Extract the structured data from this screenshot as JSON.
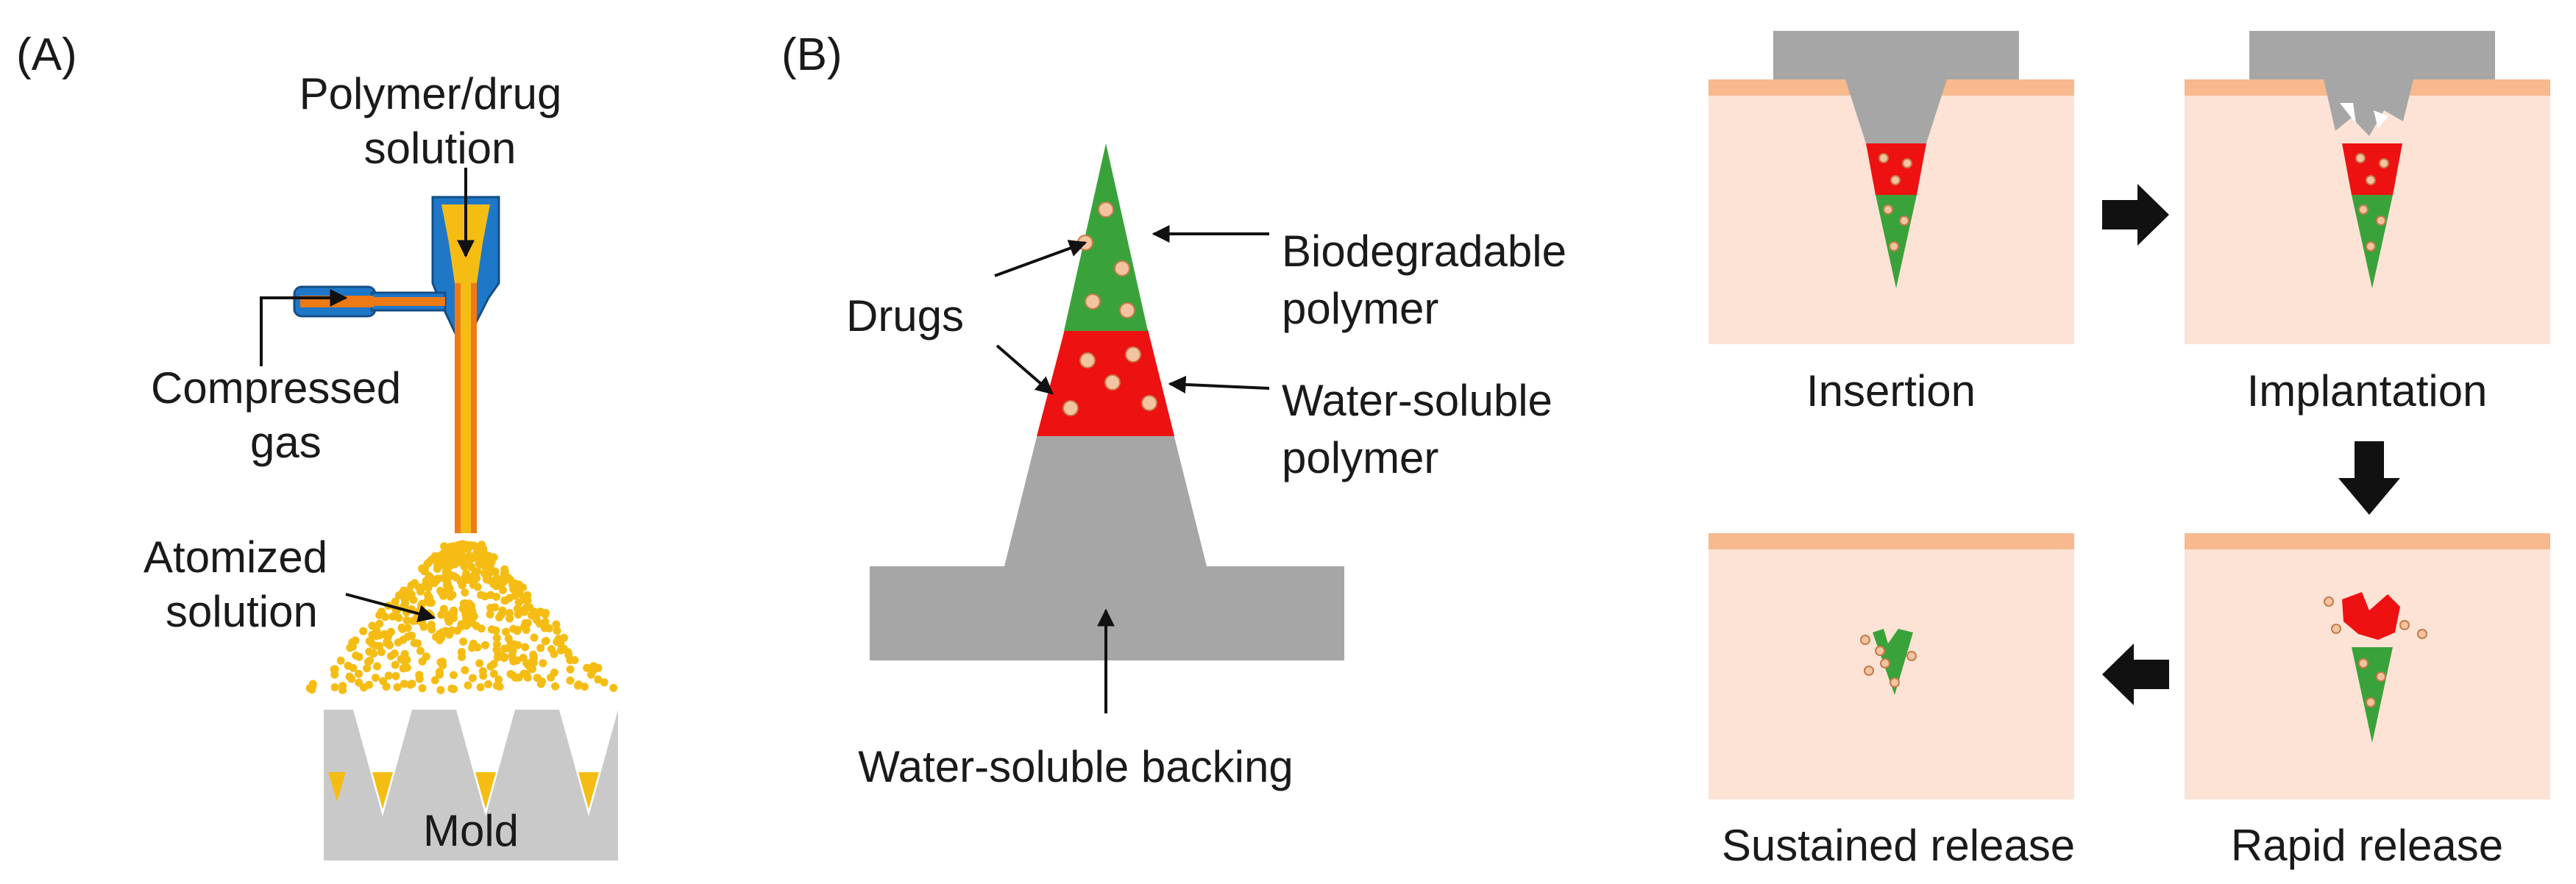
{
  "panel_a": {
    "label": "(A)",
    "polymer_drug_line1": "Polymer/drug",
    "polymer_drug_line2": "solution",
    "compressed_line1": "Compressed",
    "compressed_line2": "gas",
    "atomized_line1": "Atomized",
    "atomized_line2": "solution",
    "mold": "Mold"
  },
  "panel_b": {
    "label": "(B)",
    "drugs": "Drugs",
    "biodegradable_line1": "Biodegradable",
    "biodegradable_line2": "polymer",
    "water_soluble_line1": "Water-soluble",
    "water_soluble_line2": "polymer",
    "backing": "Water-soluble backing"
  },
  "stages": {
    "insertion": "Insertion",
    "implantation": "Implantation",
    "rapid_release": "Rapid release",
    "sustained_release": "Sustained release"
  },
  "colors": {
    "skin": "#fde3d5",
    "skin_surface": "#f7b98d",
    "green_polymer": "#3aa23a",
    "red_polymer": "#ee1111",
    "gray_backing": "#a6a6a6",
    "drug_particle": "#f2c4a0",
    "nozzle_blue": "#1f77c8",
    "spray_yellow": "#f5bd14"
  }
}
